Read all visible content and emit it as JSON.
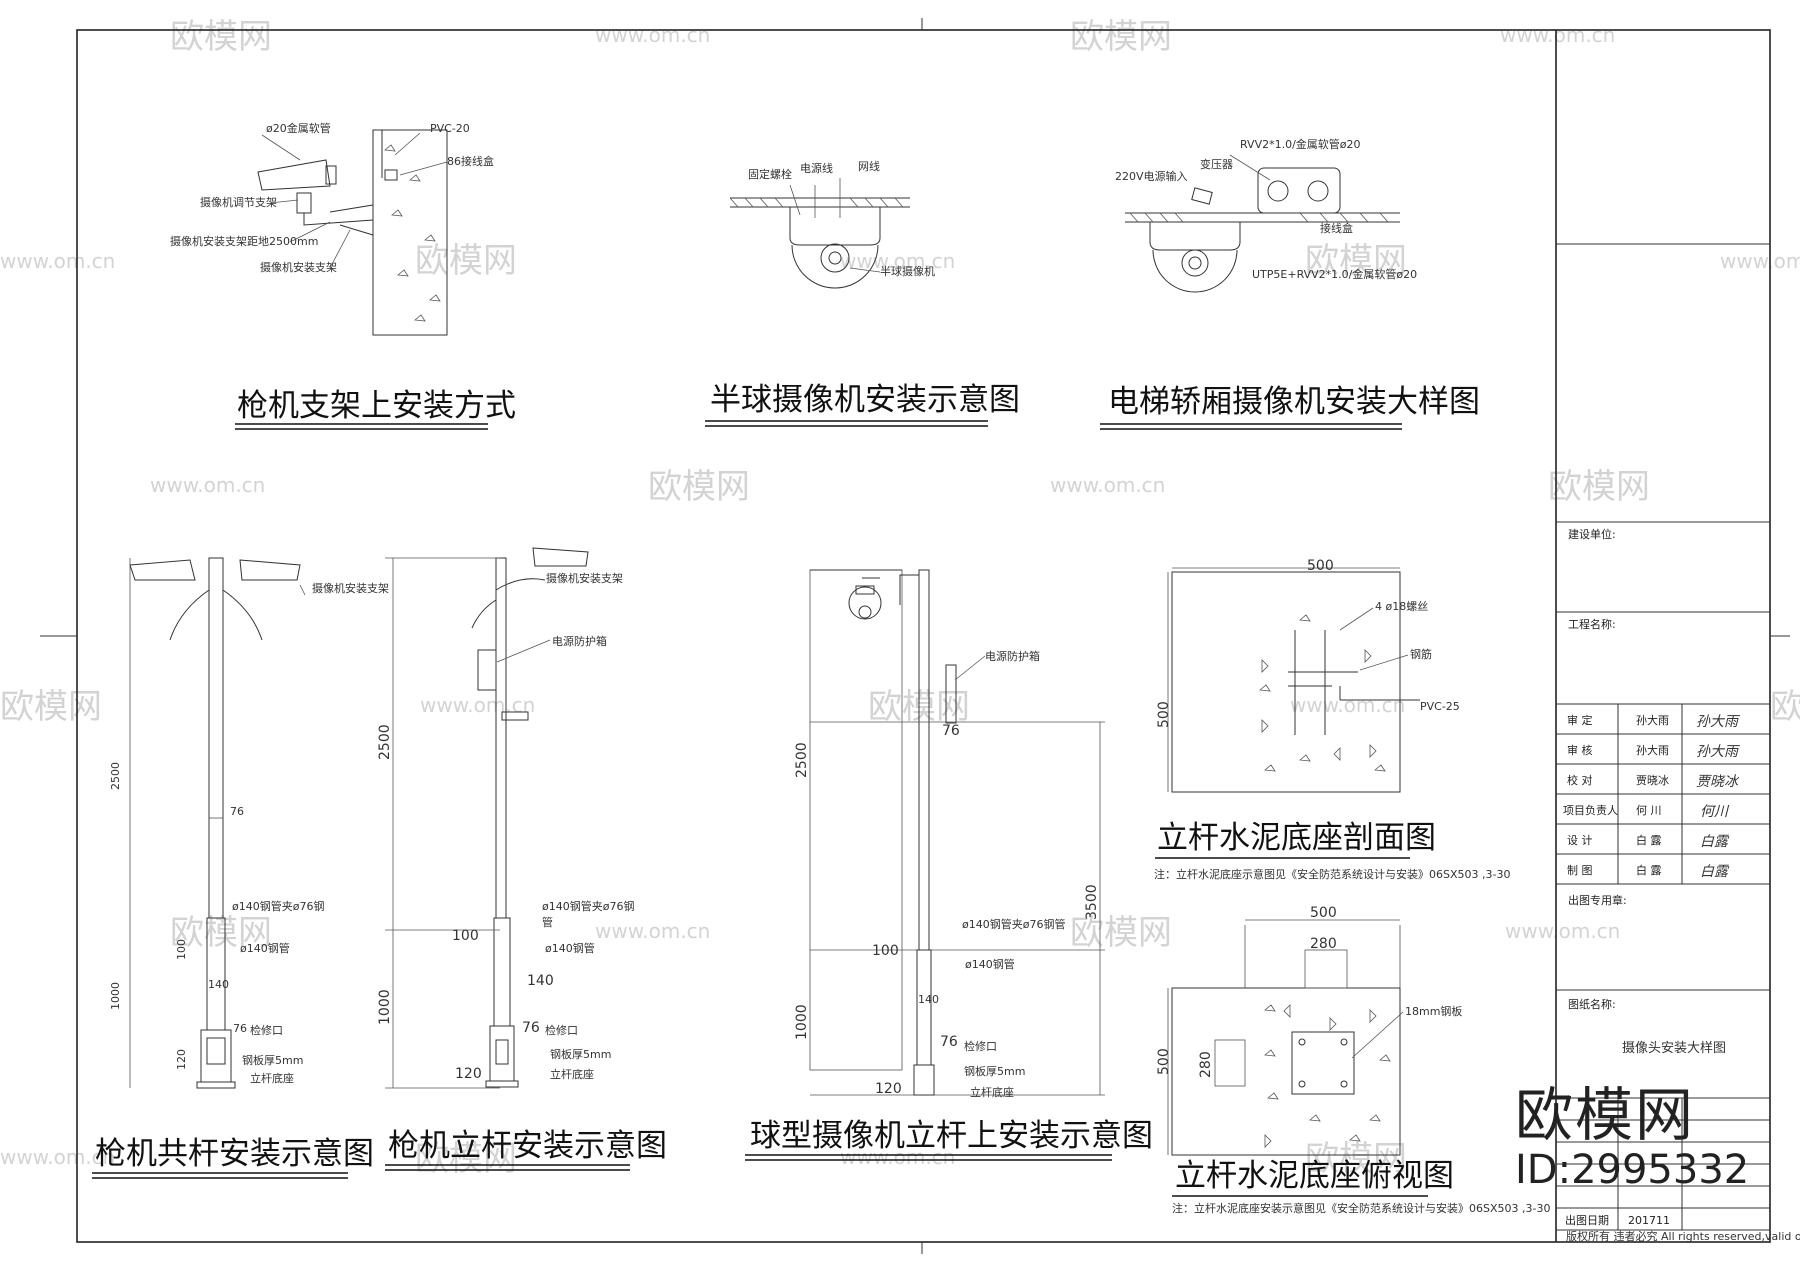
{
  "diagrams": {
    "d1": {
      "title": "枪机支架上安装方式",
      "labels": {
        "pipe": "ø20金属软管",
        "pvc": "PVC-20",
        "box": "86接线盒",
        "adjust": "摄像机调节支架",
        "height": "摄像机安装支架距地2500mm",
        "bracket": "摄像机安装支架"
      }
    },
    "d2": {
      "title": "半球摄像机安装示意图",
      "labels": {
        "bolt": "固定螺栓",
        "power": "电源线",
        "net": "网线",
        "cam": "半球摄像机"
      }
    },
    "d3": {
      "title": "电梯轿厢摄像机安装大样图",
      "labels": {
        "rvv": "RVV2*1.0/金属软管ø20",
        "ac": "220V电源输入",
        "trans": "变压器",
        "jbox": "接线盒",
        "utp": "UTP5E+RVV2*1.0/金属软管ø20"
      }
    },
    "d4": {
      "title": "枪机共杆安装示意图",
      "labels": {
        "cam": "摄像机安装支架",
        "d76": "76",
        "pipe1": "ø140钢管夹ø76钢",
        "pipe2": "ø140钢管",
        "d140": "140",
        "door": "检修口",
        "plate": "钢板厚5mm",
        "base": "立杆底座",
        "d2500": "2500",
        "d100": "100",
        "d1000": "1000",
        "d120": "120",
        "d76b": "76"
      }
    },
    "d5": {
      "title": "枪机立杆安装示意图",
      "labels": {
        "cam": "摄像机安装支架",
        "box": "电源防护箱",
        "d2500": "2500",
        "d100": "100",
        "d1000": "1000",
        "pipe1": "ø140钢管夹ø76钢",
        "pipe1b": "管",
        "pipe2": "ø140钢管",
        "d140": "140",
        "d76": "76",
        "door": "检修口",
        "plate": "钢板厚5mm",
        "d120": "120",
        "base": "立杆底座"
      }
    },
    "d6": {
      "title": "球型摄像机立杆上安装示意图",
      "labels": {
        "box": "电源防护箱",
        "d76": "76",
        "d2500": "2500",
        "d3500": "3500",
        "pipe1": "ø140钢管夹ø76钢管",
        "d100": "100",
        "pipe2": "ø140钢管",
        "d1000": "1000",
        "d140": "140",
        "d76b": "76",
        "door": "检修口",
        "plate": "钢板厚5mm",
        "d120": "120",
        "base": "立杆底座"
      }
    },
    "d7": {
      "title": "立杆水泥底座剖面图",
      "note": "注：立杆水泥底座示意图见《安全防范系统设计与安装》06SX503 ,3-30",
      "labels": {
        "w": "500",
        "h": "500",
        "bolt": "4 ø18螺丝",
        "steel": "钢筋",
        "pvc": "PVC-25"
      }
    },
    "d8": {
      "title": "立杆水泥底座俯视图",
      "note": "注：立杆水泥底座安装示意图见《安全防范系统设计与安装》06SX503 ,3-30",
      "labels": {
        "w": "500",
        "inner": "280",
        "h": "500",
        "innerh": "280",
        "plate": "18mm钢板"
      }
    }
  },
  "title_block": {
    "client_label": "建设单位:",
    "project_label": "工程名称:",
    "rows": [
      {
        "role": "审 定",
        "name": "孙大雨",
        "sign": "孙大雨"
      },
      {
        "role": "审 核",
        "name": "孙大雨",
        "sign": "孙大雨"
      },
      {
        "role": "校 对",
        "name": "贾晓冰",
        "sign": "贾晓冰"
      },
      {
        "role": "项目负责人",
        "name": "何 川",
        "sign": "何川"
      },
      {
        "role": "设 计",
        "name": "白 露",
        "sign": "白露"
      },
      {
        "role": "制 图",
        "name": "白 露",
        "sign": "白露"
      }
    ],
    "seal_label": "出图专用章:",
    "drawing_name_label": "图纸名称:",
    "drawing_name": "摄像头安装大样图",
    "date_label": "出图日期",
    "date": "201711",
    "copyright": "版权所有 违者必究 All rights reserved,valid only after sealed"
  },
  "watermark": {
    "brand": "欧模网",
    "url": "www.om.cn",
    "id": "ID:2995332"
  }
}
